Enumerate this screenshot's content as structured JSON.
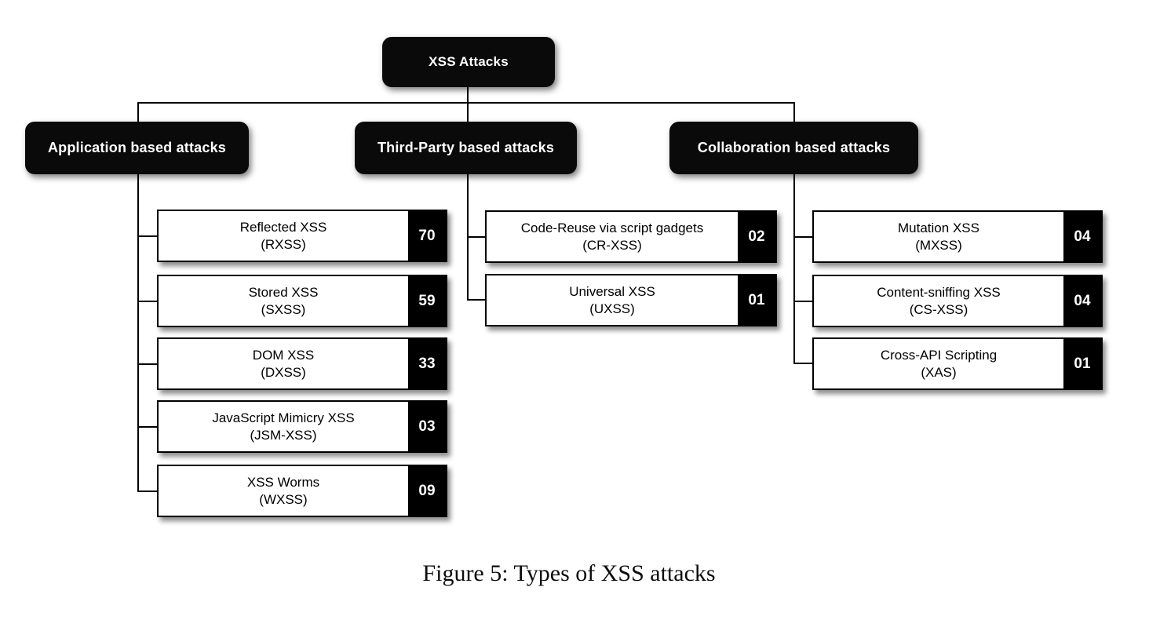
{
  "diagram": {
    "root": {
      "label": "XSS Attacks"
    },
    "branches": [
      {
        "label": "Application based attacks",
        "children": [
          {
            "name": "Reflected XSS",
            "abbr": "(RXSS)",
            "count": "70"
          },
          {
            "name": "Stored XSS",
            "abbr": "(SXSS)",
            "count": "59"
          },
          {
            "name": "DOM XSS",
            "abbr": "(DXSS)",
            "count": "33"
          },
          {
            "name": "JavaScript Mimicry XSS",
            "abbr": "(JSM-XSS)",
            "count": "03"
          },
          {
            "name": "XSS Worms",
            "abbr": "(WXSS)",
            "count": "09"
          }
        ]
      },
      {
        "label": "Third-Party based attacks",
        "children": [
          {
            "name": "Code-Reuse via script gadgets",
            "abbr": "(CR-XSS)",
            "count": "02"
          },
          {
            "name": "Universal XSS",
            "abbr": "(UXSS)",
            "count": "01"
          }
        ]
      },
      {
        "label": "Collaboration based attacks",
        "children": [
          {
            "name": "Mutation XSS",
            "abbr": "(MXSS)",
            "count": "04"
          },
          {
            "name": "Content-sniffing XSS",
            "abbr": "(CS-XSS)",
            "count": "04"
          },
          {
            "name": "Cross-API Scripting",
            "abbr": "(XAS)",
            "count": "01"
          }
        ]
      }
    ],
    "caption": "Figure 5: Types of XSS attacks",
    "colors": {
      "node_fill": "#0a0a0a",
      "node_text": "#ffffff",
      "leaf_fill": "#ffffff",
      "leaf_border": "#000000",
      "count_plate_fill": "#000000",
      "count_plate_text": "#ffffff",
      "connector": "#000000",
      "background": "#ffffff"
    }
  }
}
